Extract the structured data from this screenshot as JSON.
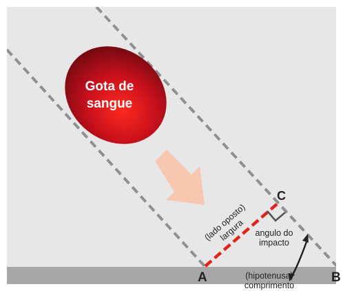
{
  "colors": {
    "background": "#e7e7e7",
    "ground": "#a7a7a7",
    "dashed_line": "#8f8f8f",
    "opposite_side": "#e2231a",
    "drop": "#c8101c",
    "arrow": "#f8c7b2",
    "text_dark": "#222222",
    "text_light": "#ffffff"
  },
  "drop": {
    "label_line1": "Gota de",
    "label_line2": "sangue"
  },
  "direction_arrow": {
    "icon": "arrow-down-right-icon"
  },
  "points": {
    "a": "A",
    "b": "B",
    "c": "C"
  },
  "opposite_side": {
    "line1": "(lado oposto)",
    "line2": "largura"
  },
  "impact_angle": {
    "line1": "angulo do",
    "line2": "impacto",
    "icon": "curved-double-arrow-icon"
  },
  "hypotenuse": {
    "line1": "(hipotenusa)",
    "line2": "comprimento"
  },
  "right_angle": {
    "icon": "right-angle-marker-icon"
  }
}
